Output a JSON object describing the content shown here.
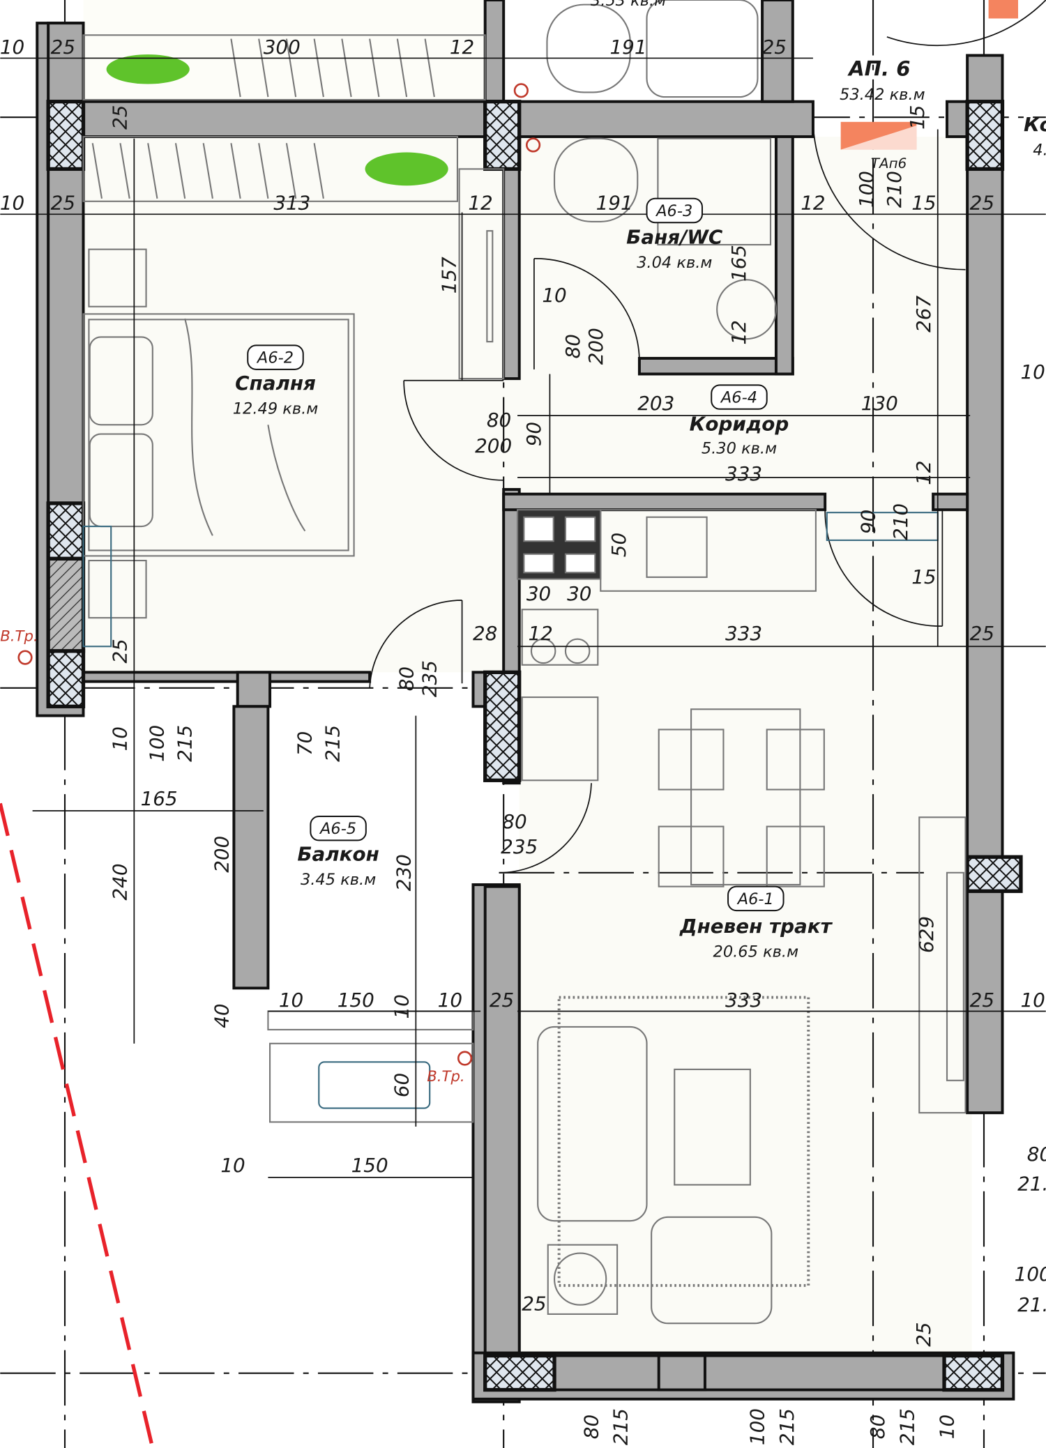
{
  "apartment": {
    "title": "АП. 6",
    "area": "53.42 кв.м",
    "entrance_tag": "ТАп6"
  },
  "rooms": [
    {
      "tag": "А6-1",
      "name": "Дневен тракт",
      "area": "20.65 кв.м"
    },
    {
      "tag": "А6-2",
      "name": "Спалня",
      "area": "12.49 кв.м"
    },
    {
      "tag": "А6-3",
      "name": "Баня/WC",
      "area": "3.04 кв.м"
    },
    {
      "tag": "А6-4",
      "name": "Коридор",
      "area": "5.30 кв.м"
    },
    {
      "tag": "А6-5",
      "name": "Балкон",
      "area": "3.45 кв.м"
    }
  ],
  "neighbor": {
    "label": "Ко",
    "area": "4."
  },
  "markers": {
    "vtr_left": "В.Тр.",
    "vtr_balcony": "В.Тр."
  },
  "top_text": "3.53 кв.м",
  "colors": {
    "wall": "#a9a9a9",
    "accent_red": "#e8222a",
    "entrance_orange": "#f4845f",
    "plant": "#5fc32b"
  },
  "dims": [
    "10",
    "25",
    "300",
    "12",
    "191",
    "25",
    "25",
    "10",
    "25",
    "313",
    "12",
    "191",
    "12",
    "15",
    "25",
    "157",
    "10",
    "80",
    "200",
    "165",
    "12",
    "100",
    "210",
    "267",
    "203",
    "130",
    "80",
    "200",
    "90",
    "333",
    "12",
    "50",
    "90",
    "210",
    "15",
    "30",
    "30",
    "28",
    "12",
    "333",
    "25",
    "25",
    "80",
    "235",
    "10",
    "100",
    "215",
    "70",
    "215",
    "165",
    "200",
    "240",
    "230",
    "80",
    "235",
    "629",
    "10",
    "150",
    "10",
    "10",
    "25",
    "333",
    "25",
    "10",
    "40",
    "60",
    "10",
    "150",
    "25",
    "25",
    "80",
    "215",
    "100",
    "215",
    "80",
    "215",
    "10",
    "10",
    "80",
    "21.",
    "100",
    "21.",
    "15"
  ]
}
